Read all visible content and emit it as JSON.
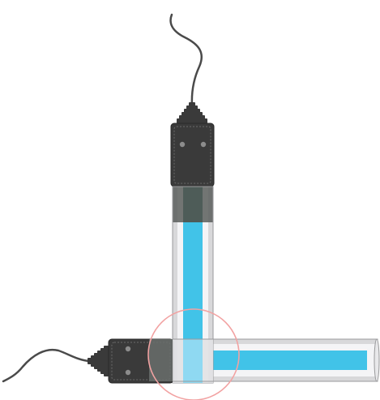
{
  "scene": {
    "background": "#ffffff",
    "colors": {
      "housing": "#3a3a3a",
      "housing_edge": "#2a2a2a",
      "stitch": "#6a6a6a",
      "screw": "#8c8c8c",
      "cable": "#4a4a4a",
      "tube_glass": "#d8d8da",
      "tube_inner": "#f4f4f6",
      "tube_outline": "#9a9a9c",
      "light_strip": "#41c3e8",
      "light_strip_overlap": "#8fd9f2",
      "highlight_circle": "#f2a2a2"
    },
    "parts": [
      {
        "name": "vertical-lamp",
        "orientation": "vertical",
        "has_cable": true
      },
      {
        "name": "horizontal-lamp",
        "orientation": "horizontal",
        "has_cable": true
      }
    ],
    "callout": {
      "shape": "circle",
      "marks": "tube-overlap-junction"
    }
  }
}
